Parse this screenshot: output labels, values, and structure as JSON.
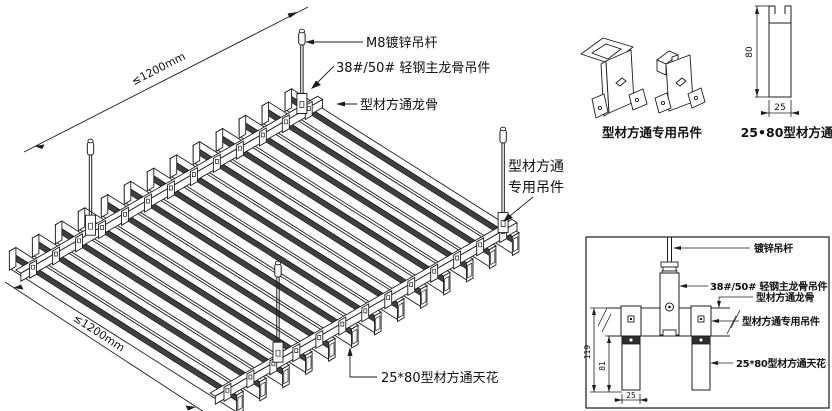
{
  "drawing": {
    "background": "#ffffff",
    "line_color": "#1c1c1c",
    "tube_shade_color": "#3f3f3f"
  },
  "main_view": {
    "labels": {
      "rod": "M8镀锌吊杆",
      "main_hanger": "38#/50# 轻钢主龙骨吊件",
      "carrier": "型材方通龙骨",
      "clip_line1": "型材方通",
      "clip_line2": "专用吊件",
      "tube": "25*80型材方通天花"
    },
    "dimensions": {
      "hanger_spacing": "≤1200mm",
      "carrier_spacing": "≤1200mm"
    }
  },
  "details": {
    "clip": {
      "caption": "型材方通专用吊件"
    },
    "profile": {
      "caption": "25•80型材方通",
      "height": "80",
      "width": "25"
    }
  },
  "section": {
    "labels": {
      "rod": "镀锌吊杆",
      "main_hanger": "38#/50# 轻钢主龙骨吊件",
      "carrier": "型材方通龙骨",
      "clip": "型材方通专用吊件",
      "tube": "25*80型材方通天花"
    },
    "dimensions": {
      "overall_drop": "119",
      "tube_drop": "81",
      "tube_width": "25"
    }
  },
  "scene": {
    "tube_count": 13
  }
}
